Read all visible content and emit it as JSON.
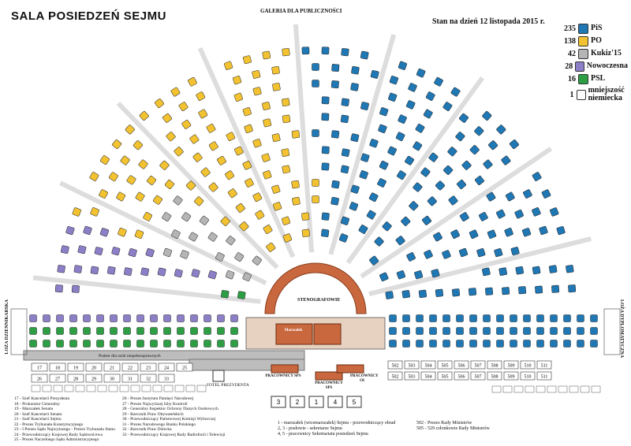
{
  "title": "SALA POSIEDZEŃ SEJMU",
  "gallery": "GALERIA DLA PUBLICZNOŚCI",
  "status_date": "Stan na dzień 12 listopada 2015 r.",
  "legend": [
    {
      "count": "235",
      "label": "PiS",
      "color": "#1f77b4"
    },
    {
      "count": "138",
      "label": "PO",
      "color": "#f2c230"
    },
    {
      "count": "42",
      "label": "Kukiz'15",
      "color": "#b5b5b5"
    },
    {
      "count": "28",
      "label": "Nowoczesna",
      "color": "#8c7fc7"
    },
    {
      "count": "16",
      "label": "PSL",
      "color": "#2e9e45"
    },
    {
      "count": "1",
      "label": "mniejszość niemiecka",
      "color": "#ffffff"
    }
  ],
  "stenographers": "STENOGRAFOWIE",
  "marshal_seat": "Marszałek",
  "podium_label": "Podest dla osób niepełnosprawnych",
  "president_chair": "FOTEL PREZYDENTA",
  "left_box": "LOŻA DZIENNIKARSKA",
  "right_box": "LOŻA DYPLOMATYCZNA",
  "secretary_left": "PRACOWNICY SPS",
  "secretary_mid": "PRACOWNICY SPS",
  "secretary_right": "PRACOWNICY OI",
  "front_numbers": [
    "3",
    "2",
    "1",
    "4",
    "5"
  ],
  "notes_left": [
    "17 - Szef Kancelarii Prezydenta",
    "18 - Prokurator Generalny",
    "19 - Marszałek Senatu",
    "20 - Szef Kancelarii Senatu",
    "21 - Szef Kancelarii Sejmu",
    "22 - Prezes Trybunału Konstytucyjnego",
    "23 - I Prezes Sądu Najwyższego - Prezes Trybunału Stanu",
    "24 - Przewodniczący Krajowej Rady Sądownictwa",
    "25 - Prezes Naczelnego Sądu Administracyjnego"
  ],
  "notes_mid": [
    "26 - Prezes Instytutu Pamięci Narodowej",
    "27 - Prezes Najwyższej Izby Kontroli",
    "28 - Generalny Inspektor Ochrony Danych Osobowych",
    "29 - Rzecznik Praw Obywatelskich",
    "30 - Przewodniczący Państwowej Komisji Wyborczej",
    "31 - Prezes Narodowego Banku Polskiego",
    "32 - Rzecznik Praw Dziecka",
    "33 - Przewodniczący Krajowej Rady Radiofonii i Telewizji"
  ],
  "notes_right": [
    "1 - marszałek (wicemarszałek) Sejmu - przewodniczący obrad",
    "2, 3 - posłowie - sekretarze Sejmu",
    "4, 5 - pracownicy Sekretariatu posiedzeń Sejmu"
  ],
  "notes_right2": [
    "502 - Prezes Rady Ministrów",
    "505 - 529 członkowie Rady Ministrów"
  ],
  "front_row_left": [
    "17",
    "18",
    "19",
    "20",
    "21",
    "22",
    "23",
    "24",
    "25",
    "26",
    "27",
    "28",
    "29",
    "30",
    "31",
    "32",
    "33"
  ],
  "front_row_right": [
    "502",
    "503",
    "504",
    "505",
    "506",
    "507",
    "508",
    "509",
    "510",
    "511"
  ]
}
